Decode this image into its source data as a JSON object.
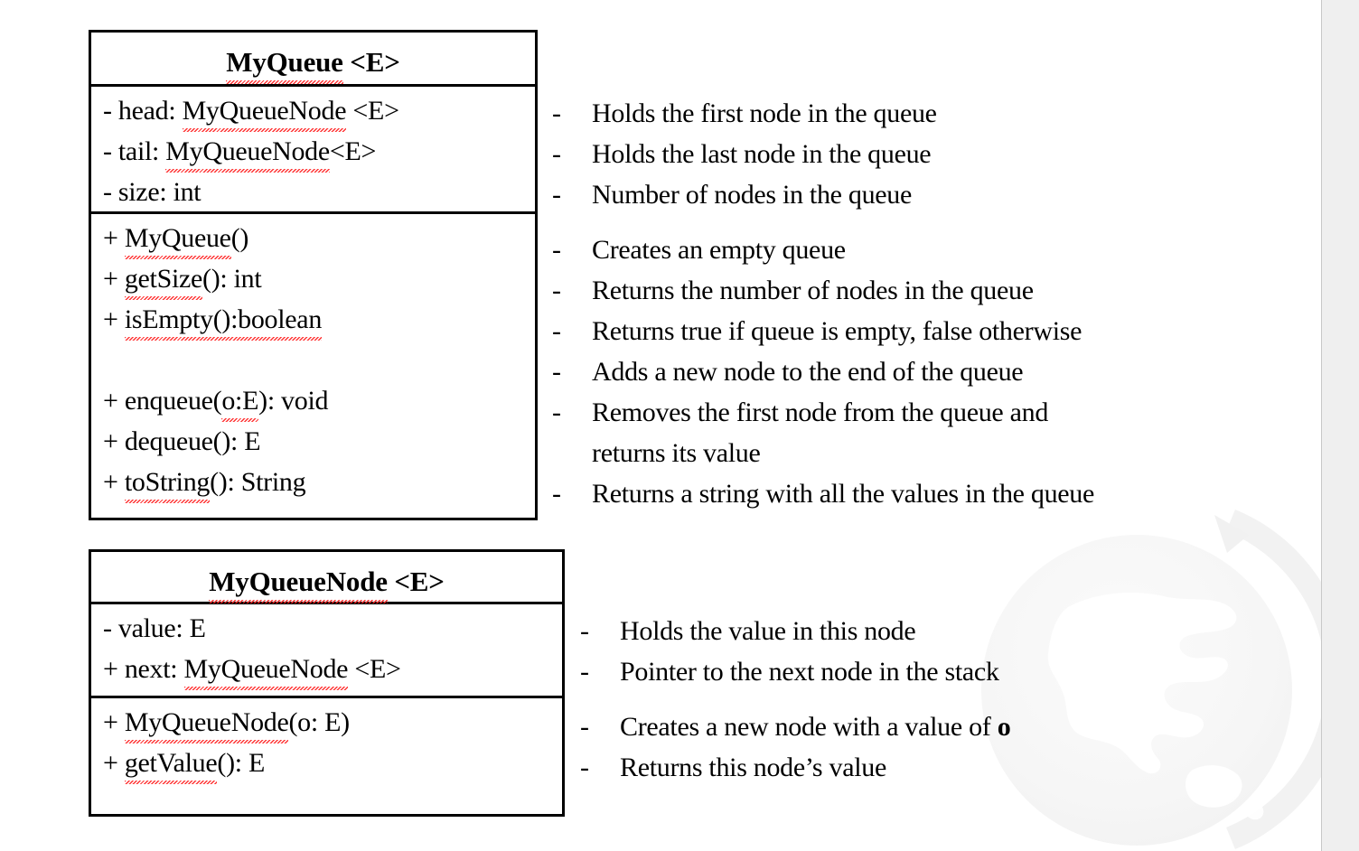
{
  "page": {
    "title": "UML Class Diagram - MyQueue",
    "background_color": "#ffffff",
    "text_color": "#000000",
    "spellcheck_underline_color": "#ff2b2b",
    "gutter_color": "#efefef",
    "border_color": "#000000"
  },
  "classes": [
    {
      "name": "MyQueue <E>",
      "name_spellchecked": "MyQueue",
      "name_suffix": " <E>",
      "attributes": [
        {
          "text": "- head: MyQueueNode <E>",
          "prefix": "- head: ",
          "spell": "MyQueueNode",
          "suffix": " <E>"
        },
        {
          "text": "- tail: MyQueueNode<E>",
          "prefix": "- tail: ",
          "spell": "MyQueueNode",
          "suffix": "<E>"
        },
        {
          "text": "- size: int",
          "prefix": "- size: int",
          "spell": "",
          "suffix": ""
        }
      ],
      "methods": [
        {
          "text": "+ MyQueue()",
          "prefix": "+ ",
          "spell": "MyQueue",
          "suffix": "()"
        },
        {
          "text": "+ getSize(): int",
          "prefix": "+ ",
          "spell": "getSize",
          "suffix": "(): int"
        },
        {
          "text": "+ isEmpty():boolean",
          "prefix": "+ ",
          "spell": "isEmpty():boolean",
          "suffix": ""
        },
        {
          "text": "",
          "prefix": "",
          "spell": "",
          "suffix": "",
          "blank": true
        },
        {
          "text": "+ enqueue(o:E): void",
          "prefix": "+ enqueue(",
          "spell": "o:E",
          "suffix": "): void"
        },
        {
          "text": "+ dequeue(): E",
          "prefix": "+ dequeue(): E",
          "spell": "",
          "suffix": ""
        },
        {
          "text": "+ toString(): String",
          "prefix": "+ ",
          "spell": "toString",
          "suffix": "(): String"
        }
      ]
    },
    {
      "name": "MyQueueNode <E>",
      "name_spellchecked": "MyQueueNode",
      "name_suffix": " <E>",
      "attributes": [
        {
          "text": "- value: E",
          "prefix": "- value: E",
          "spell": "",
          "suffix": ""
        },
        {
          "text": "+ next: MyQueueNode <E>",
          "prefix": "+ next: ",
          "spell": "MyQueueNode",
          "suffix": " <E>"
        }
      ],
      "methods": [
        {
          "text": "+ MyQueueNode(o: E)",
          "prefix": "+ ",
          "spell": "MyQueueNode",
          "suffix": "(o: E)"
        },
        {
          "text": "+ getValue(): E",
          "prefix": "+ ",
          "spell": "getValue",
          "suffix": "(): E"
        }
      ]
    }
  ],
  "descriptions": {
    "bullet_char": "-",
    "queue_attributes": [
      "Holds the first node in the queue",
      "Holds the last node in the queue",
      "Number of nodes in the queue"
    ],
    "queue_methods": [
      "Creates an empty queue",
      "Returns the number of nodes in the queue",
      "Returns true if queue is empty, false otherwise",
      "Adds a new node to the end of the queue",
      "Removes the first node from the queue and",
      "returns its value",
      "Returns a string with all the values in the queue"
    ],
    "node_attributes": [
      "Holds the value in this node",
      "Pointer to the next node in the stack"
    ],
    "node_methods": [
      "Creates a new node with a value of o",
      "Returns this node’s value"
    ],
    "node_method_bold_token": "o"
  }
}
